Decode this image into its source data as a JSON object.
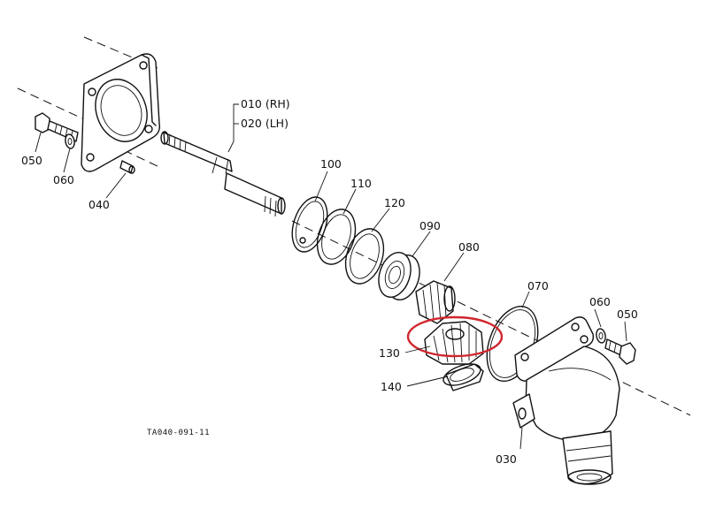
{
  "diagram": {
    "drawing_code": "TA040-091-11",
    "highlight_color": "#d0262d",
    "line_color": "#111111",
    "labels": {
      "p010": "010 (RH)",
      "p020": "020 (LH)",
      "p030": "030",
      "p040": "040",
      "p050_left": "050",
      "p050_right": "050",
      "p060_left": "060",
      "p060_right": "060",
      "p070": "070",
      "p080": "080",
      "p090": "090",
      "p100": "100",
      "p110": "110",
      "p120": "120",
      "p130": "130",
      "p140": "140"
    }
  }
}
